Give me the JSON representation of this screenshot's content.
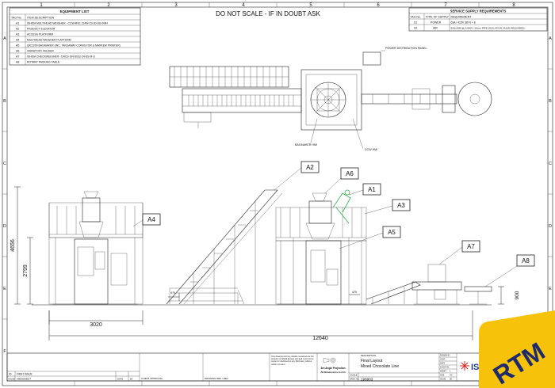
{
  "border": {
    "columns": [
      "1",
      "2",
      "3",
      "4",
      "5",
      "6",
      "7",
      "8"
    ],
    "rows": [
      "A",
      "B",
      "C",
      "D",
      "E",
      "F"
    ]
  },
  "notice": "DO NOT SCALE - IF IN DOUBT ASK",
  "equipment_list": {
    "title": "EQUIPMENT LIST",
    "headers": [
      "TAG No.",
      "ITEM DESCRIPTION"
    ],
    "rows": [
      [
        "A1",
        "ISHIDA MULTIHEAD WEIGHER - CCW-RVE 214W-1S-30-SS-0WH"
      ],
      [
        "A2",
        "PRODUCT ELEVATOR"
      ],
      [
        "A3",
        "ACCESS PLATFORM"
      ],
      [
        "A4",
        "MULTIHEAD WEIGHER PLATFORM"
      ],
      [
        "A5",
        "QIC2200 BAGMAKER (INC. TAKEAWAY CONVEYOR & MARKEM PRINTER)"
      ],
      [
        "A6",
        "VIBRATORY FEEDER"
      ],
      [
        "A7",
        "ISHIDA CHECKWEIGHER - DACS-GN-S032-24-SS-M-S"
      ],
      [
        "A8",
        "ROTARY PACKING TABLE"
      ]
    ]
  },
  "service_requirements": {
    "title": "SERVICE SUPPLY REQUIREMENTS",
    "headers": [
      "TAG No.",
      "TYPE OF SUPPLY",
      "REQUIREMENT"
    ],
    "rows": [
      [
        "S1",
        "POWER",
        "63A / 415V 3Ø N + E"
      ],
      [
        "S2",
        "AIR",
        "500L/MIN @ 6 BAR / 16mm PIPE (ISOLATION VALVE REQUIRED)"
      ]
    ]
  },
  "plan_labels": {
    "power_panel": "POWER DISTRIBUTION PANEL",
    "bagmaker_hmi": "BAGMAKER HMI",
    "ccw_hmi": "CCW HMI"
  },
  "callouts": [
    "A1",
    "A2",
    "A3",
    "A4",
    "A5",
    "A6",
    "A7",
    "A8"
  ],
  "dimensions": {
    "overall_height": "4656",
    "platform_height": "2799",
    "platform_width": "3020",
    "overall_length": "12640",
    "table_height": "900",
    "small_a": "470",
    "small_b": "470"
  },
  "title_block": {
    "rev_row": [
      "00",
      "FIRST ISSUE"
    ],
    "rev_headers": [
      "ISSUE",
      "AMENDMENT",
      "DATE",
      "BY"
    ],
    "client_approval_label": "CLIENT APPROVAL",
    "drawing_rev_label": "DRAWING REF / REV",
    "copyright_text": "This drawing and any details contained are the property of Ishida Europe Ltd. and must not be copied or disclosed to any third party without written consent.",
    "projection_label": "3rd Angle Projection",
    "projection_sub": "All Dimensions in mm",
    "description_label": "DESCRIPTION",
    "description_line1": "Final Layout",
    "description_line2": "Mixed Chocolate Line",
    "scale_label": "SCALE",
    "drawing_no_label": "DWG No.",
    "drawing_no": "198903",
    "drawn_by_label": "DRAWN BY",
    "drawn_by": "CDP",
    "date_label": "DATE",
    "date": "19/07/21",
    "checked_label": "CHECKED",
    "sheet_label": "SHEET",
    "sheet": "1",
    "size_label": "SIZE",
    "size": "A3",
    "issue_label": "ISSUE",
    "issue": "00",
    "logo_text": "IS"
  },
  "badge": {
    "text": "RTM",
    "color": "#f7c20a"
  }
}
